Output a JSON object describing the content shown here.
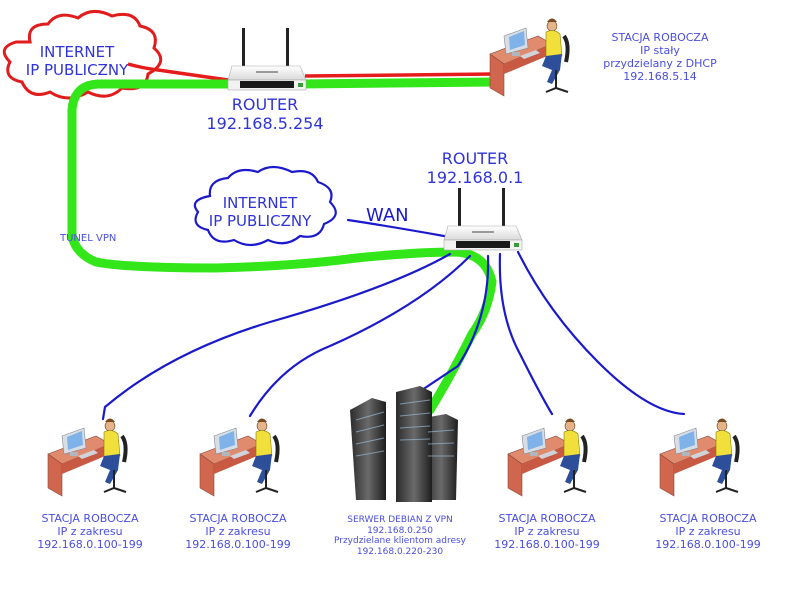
{
  "colors": {
    "lan_cable": "#1a1acc",
    "vpn_tunnel": "#33e61a",
    "wan_red": "#e51c1c",
    "cloud_red": "#e01c1c",
    "cloud_blue": "#1a1acc",
    "text": "#3b3fd6"
  },
  "remote_site": {
    "internet_cloud": {
      "line1": "INTERNET",
      "line2": "IP PUBLICZNY"
    },
    "router": {
      "title": "ROUTER",
      "ip": "192.168.5.254",
      "icon": "wireless-router-icon"
    },
    "workstation": {
      "icon": "workstation-icon",
      "line1": "STACJA ROBOCZA",
      "line2": "IP stały",
      "line3": "przydzielany z DHCP",
      "line4": "192.168.5.14"
    }
  },
  "tunnel_label": "TUNEL VPN",
  "main_site": {
    "internet_cloud": {
      "line1": "INTERNET",
      "line2": "IP PUBLICZNY"
    },
    "wan_label": "WAN",
    "router": {
      "title": "ROUTER",
      "ip": "192.168.0.1",
      "icon": "wireless-router-icon"
    },
    "server": {
      "icon": "server-rack-icon",
      "line1": "SERWER DEBIAN Z VPN",
      "line2": "192.168.0.250",
      "line3": "Przydzielane klientom adresy",
      "line4": "192.168.0.220-230"
    },
    "workstations": [
      {
        "icon": "workstation-icon",
        "line1": "STACJA ROBOCZA",
        "line2": "IP z zakresu",
        "line3": "192.168.0.100-199"
      },
      {
        "icon": "workstation-icon",
        "line1": "STACJA ROBOCZA",
        "line2": "IP z zakresu",
        "line3": "192.168.0.100-199"
      },
      {
        "icon": "workstation-icon",
        "line1": "STACJA ROBOCZA",
        "line2": "IP z zakresu",
        "line3": "192.168.0.100-199"
      },
      {
        "icon": "workstation-icon",
        "line1": "STACJA ROBOCZA",
        "line2": "IP z zakresu",
        "line3": "192.168.0.100-199"
      }
    ]
  }
}
